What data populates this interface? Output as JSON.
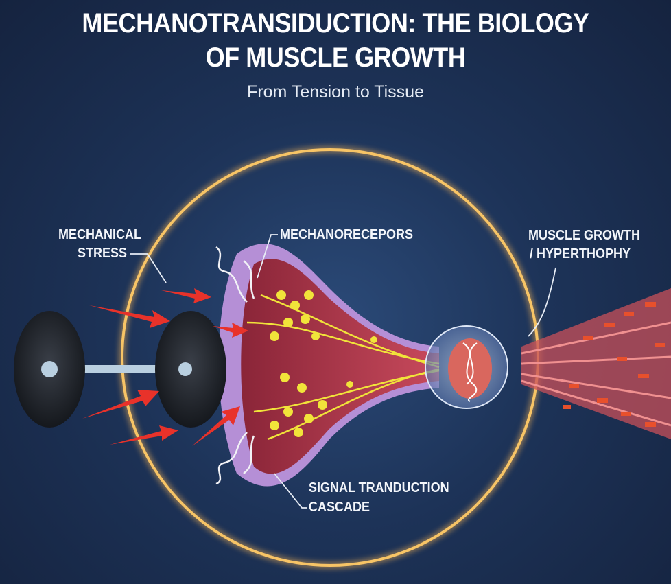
{
  "header": {
    "title_line1": "MECHANOTRANSIDUCTION: THE BIOLOGY",
    "title_line2": "OF MUSCLE GROWTH",
    "subtitle": "From Tension to Tissue"
  },
  "labels": {
    "mechanical_stress_1": "MECHANICAL",
    "mechanical_stress_2": "STRESS",
    "mechanoreceptors": "MECHANORECEPORS",
    "muscle_growth_1": "MUSCLE GROWTH",
    "muscle_growth_2": "/ HYPERTHOPHY",
    "signal_1": "SIGNAL TRANDUCTION",
    "signal_2": "CASCADE"
  },
  "colors": {
    "ring": "#f5b454",
    "arrow": "#e8322a",
    "cell_membrane": "#b58fd6",
    "cytoplasm": "#a8364a",
    "signal": "#f1e43a",
    "fiber": "#e8502c"
  }
}
